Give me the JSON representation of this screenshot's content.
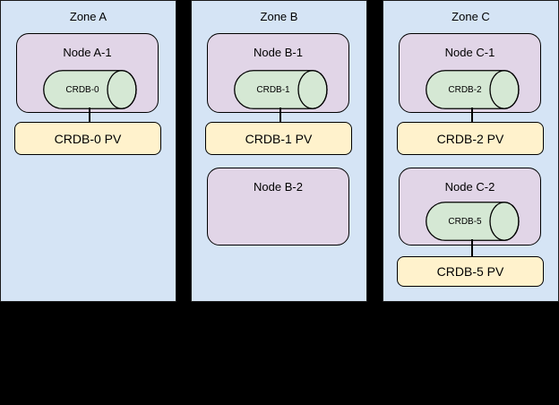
{
  "palette": {
    "background": "#000000",
    "zone_fill": "#d5e4f5",
    "node_fill": "#e1d5e7",
    "db_cylinder_fill": "#d5e8d4",
    "pv_fill": "#fff2cc",
    "stroke": "#000000",
    "text": "#000000"
  },
  "zones": [
    {
      "label": "Zone A",
      "nodes": [
        {
          "label": "Node A-1",
          "db": "CRDB-0",
          "pv": "CRDB-0 PV"
        }
      ]
    },
    {
      "label": "Zone B",
      "nodes": [
        {
          "label": "Node B-1",
          "db": "CRDB-1",
          "pv": "CRDB-1 PV"
        },
        {
          "label": "Node B-2"
        }
      ]
    },
    {
      "label": "Zone C",
      "nodes": [
        {
          "label": "Node C-1",
          "db": "CRDB-2",
          "pv": "CRDB-2 PV"
        },
        {
          "label": "Node C-2",
          "db": "CRDB-5",
          "pv": "CRDB-5 PV"
        }
      ]
    }
  ]
}
